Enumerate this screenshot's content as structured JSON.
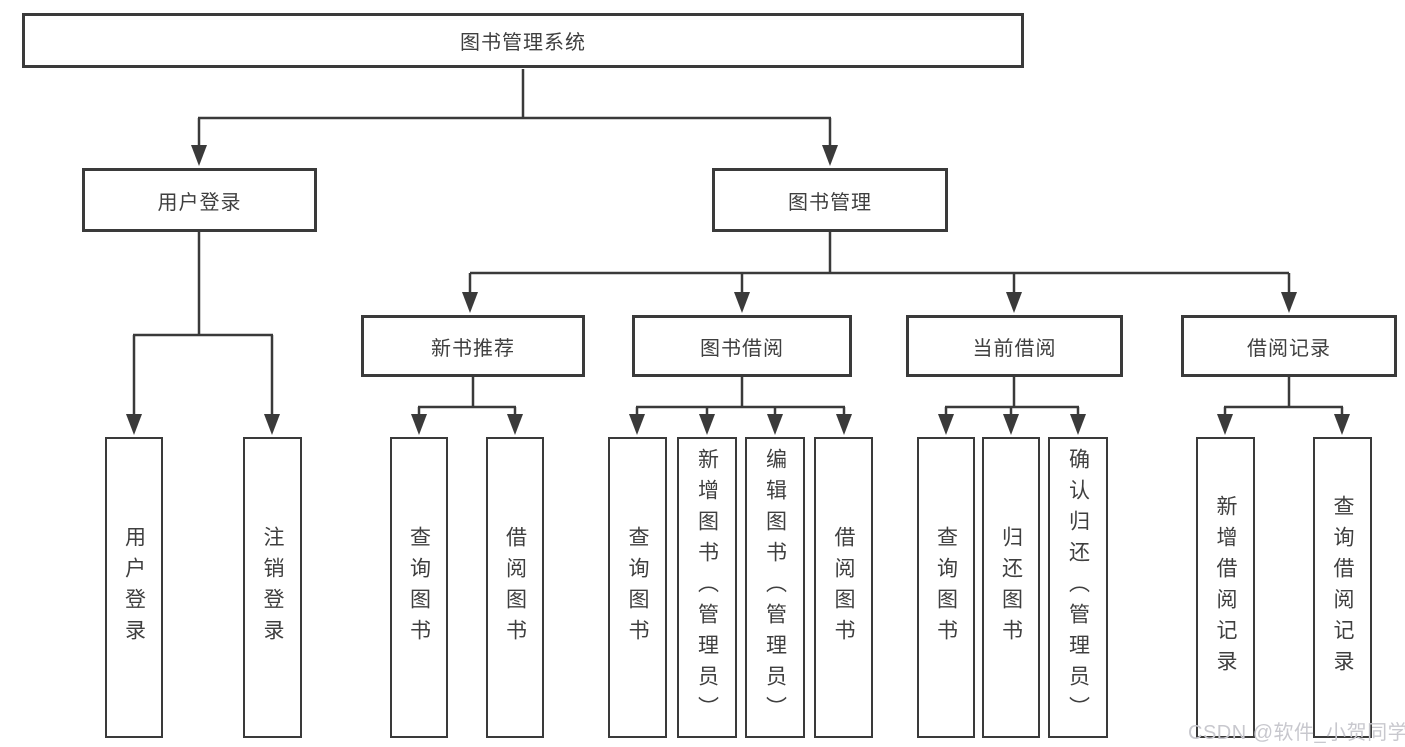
{
  "colors": {
    "line": "#3a3a3a",
    "box_border": "#3a3a3a",
    "text": "#3f3f3f",
    "background": "#ffffff",
    "watermark": "#c8c8ce"
  },
  "nodes": {
    "root": {
      "label": "图书管理系统"
    },
    "login": {
      "label": "用户登录",
      "leaves": [
        "用户登录",
        "注销登录"
      ]
    },
    "management": {
      "label": "图书管理"
    },
    "groups": [
      {
        "label": "新书推荐",
        "leaves": [
          "查询图书",
          "借阅图书"
        ]
      },
      {
        "label": "图书借阅",
        "leaves": [
          "查询图书",
          "新增图书（管理员）",
          "编辑图书（管理员）",
          "借阅图书"
        ]
      },
      {
        "label": "当前借阅",
        "leaves": [
          "查询图书",
          "归还图书",
          "确认归还（管理员）"
        ]
      },
      {
        "label": "借阅记录",
        "leaves": [
          "新增借阅记录",
          "查询借阅记录"
        ]
      }
    ]
  },
  "watermark": {
    "text": "CSDN @软件_小贺同学"
  }
}
